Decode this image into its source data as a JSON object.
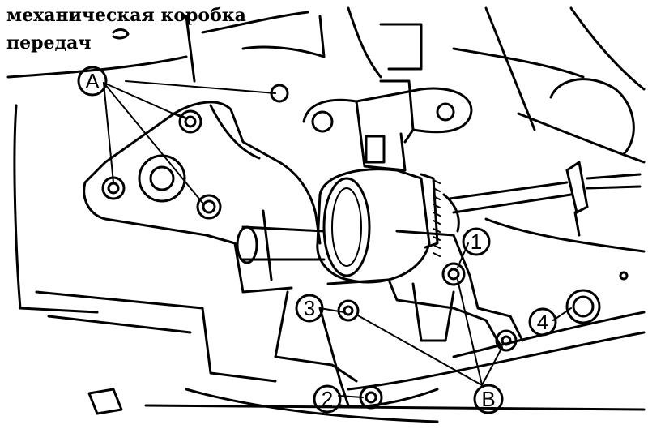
{
  "caption": {
    "line1": "механическая коробка",
    "line2": "передач"
  },
  "callouts": [
    {
      "id": "A",
      "label": "A"
    },
    {
      "id": "B",
      "label": "B"
    },
    {
      "id": "1",
      "label": "1"
    },
    {
      "id": "2",
      "label": "2"
    },
    {
      "id": "3",
      "label": "3"
    },
    {
      "id": "4",
      "label": "4"
    }
  ],
  "colors": {
    "ink": "#000000",
    "paper": "#ffffff"
  }
}
